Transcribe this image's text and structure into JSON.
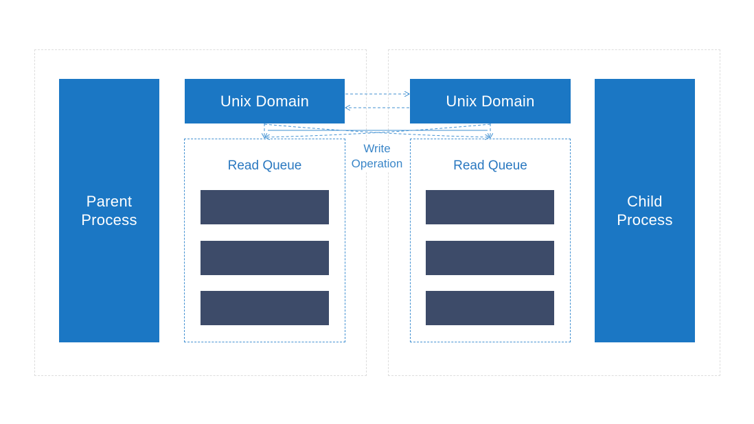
{
  "parent": {
    "label_line1": "Parent",
    "label_line2": "Process"
  },
  "child": {
    "label_line1": "Child",
    "label_line2": "Process"
  },
  "left_unix_domain": "Unix Domain",
  "right_unix_domain": "Unix Domain",
  "left_read_queue": "Read Queue",
  "right_read_queue": "Read Queue",
  "write_operation": {
    "line1": "Write",
    "line2": "Operation"
  },
  "colors": {
    "process_blue": "#1b77c4",
    "queue_item_navy": "#3d4b69",
    "dashed_blue": "#3f8fd1",
    "text_blue": "#2a78c0"
  }
}
